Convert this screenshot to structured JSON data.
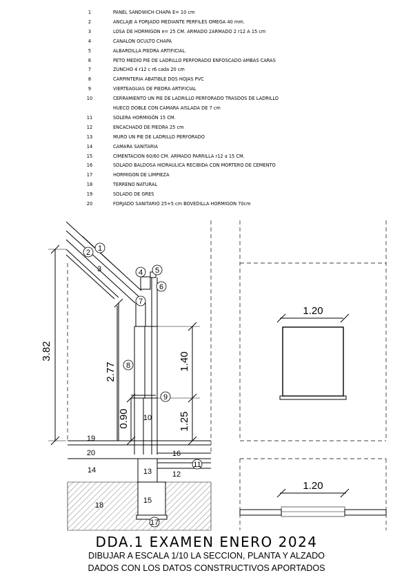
{
  "legend": [
    {
      "num": "1",
      "text": "PANEL SANDWICH CHAPA E= 10 cm"
    },
    {
      "num": "2",
      "text": "ANCLAJE A FORJADO MEDIANTE PERFILES OMEGA 40 mm."
    },
    {
      "num": "3",
      "text": "LOSA DE HORMIGON e= 25 CM. ARMADO 2ARMADO 2 r12 A 15 cm"
    },
    {
      "num": "4",
      "text": "CANALON OCULTO CHAPA"
    },
    {
      "num": "5",
      "text": "ALBARDILLA PIEDRA ARTIFICIAL."
    },
    {
      "num": "6",
      "text": "PETO MEDIO PIE DE LADRILLO PERFORADO ENFOSCADO AMBAS CARAS"
    },
    {
      "num": "7",
      "text": "ZUNCHO 4 r12 c r6 cada 20 cm"
    },
    {
      "num": "8",
      "text": "CARPINTERIA ABATIBLE DOS HOJAS PVC"
    },
    {
      "num": "9",
      "text": "VIERTEAGUAS DE PIEDRA ARTIFICIAL"
    },
    {
      "num": "10",
      "text": "CERRAMIENTO UN PIE DE LADRILLO PERFORADO TRASDOS DE LADRILLO"
    },
    {
      "num": "",
      "text": "HUECO DOBLE CON CAMARA AISLADA DE 7 cm"
    },
    {
      "num": "11",
      "text": "SOLERA HORMIGÓN 15 CM."
    },
    {
      "num": "12",
      "text": "ENCACHADO DE PIEDRA 25 cm"
    },
    {
      "num": "13",
      "text": "MURO UN PIE DE LADRILLO PERFORADO"
    },
    {
      "num": "14",
      "text": "CAMARA SANITARIA"
    },
    {
      "num": "15",
      "text": "CIMENTACION 60/60 CM. ARMADO PARRILLA r12 a 15 CM."
    },
    {
      "num": "16",
      "text": "SOLADO BALDOSA HIDRAULICA RECIBIDA CON MORTERO DE CEMENTO"
    },
    {
      "num": "17",
      "text": "HORMIGON DE LIMPIEZA"
    },
    {
      "num": "18",
      "text": "TERRENO NATURAL"
    },
    {
      "num": "19",
      "text": "SOLADO DE GRES"
    },
    {
      "num": "20",
      "text": "FORJADO SANITARIO 25+5 cm BOVEDILLA HORMIGON 70cm"
    }
  ],
  "section": {
    "dims": {
      "total": "3.82",
      "window_zone": "2.77",
      "sill": "0.90",
      "window": "1.40",
      "lower": "1.25"
    },
    "callouts": [
      "1",
      "2",
      "3",
      "4",
      "5",
      "6",
      "7",
      "8",
      "9",
      "10",
      "11",
      "12",
      "13",
      "14",
      "15",
      "16",
      "17",
      "18",
      "19",
      "20"
    ]
  },
  "elevation": {
    "window_width": "1.20"
  },
  "plan": {
    "window_width": "1.20"
  },
  "title": {
    "main": "DDA.1 EXAMEN ENERO 2024",
    "sub1": "DIBUJAR A ESCALA 1/10 LA SECCION, PLANTA Y ALZADO",
    "sub2": "DADOS CON LOS DATOS CONSTRUCTIVOS APORTADOS"
  }
}
